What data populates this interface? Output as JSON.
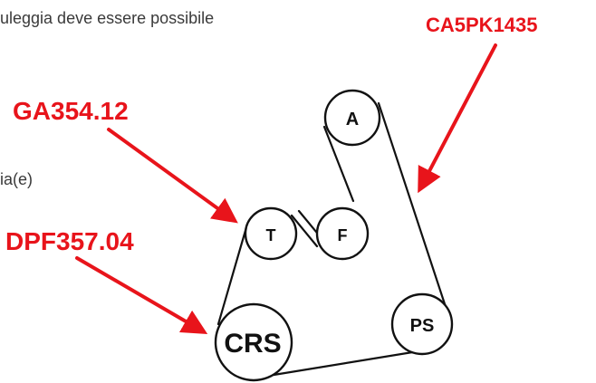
{
  "text_fragments": {
    "top": "uleggia deve essere possibile",
    "middle": "ia(e)"
  },
  "part_labels": {
    "belt": "CA5PK1435",
    "tensioner": "GA354.12",
    "damper_pulley": "DPF357.04"
  },
  "pulleys": {
    "alternator": "A",
    "tensioner": "T",
    "idler": "F",
    "crankshaft": "CRS",
    "power_steering": "PS"
  },
  "colors": {
    "label_color": "#e8141b",
    "arrow_color": "#e8141b",
    "line_color": "#111111",
    "text_color": "#3a3a3a"
  }
}
